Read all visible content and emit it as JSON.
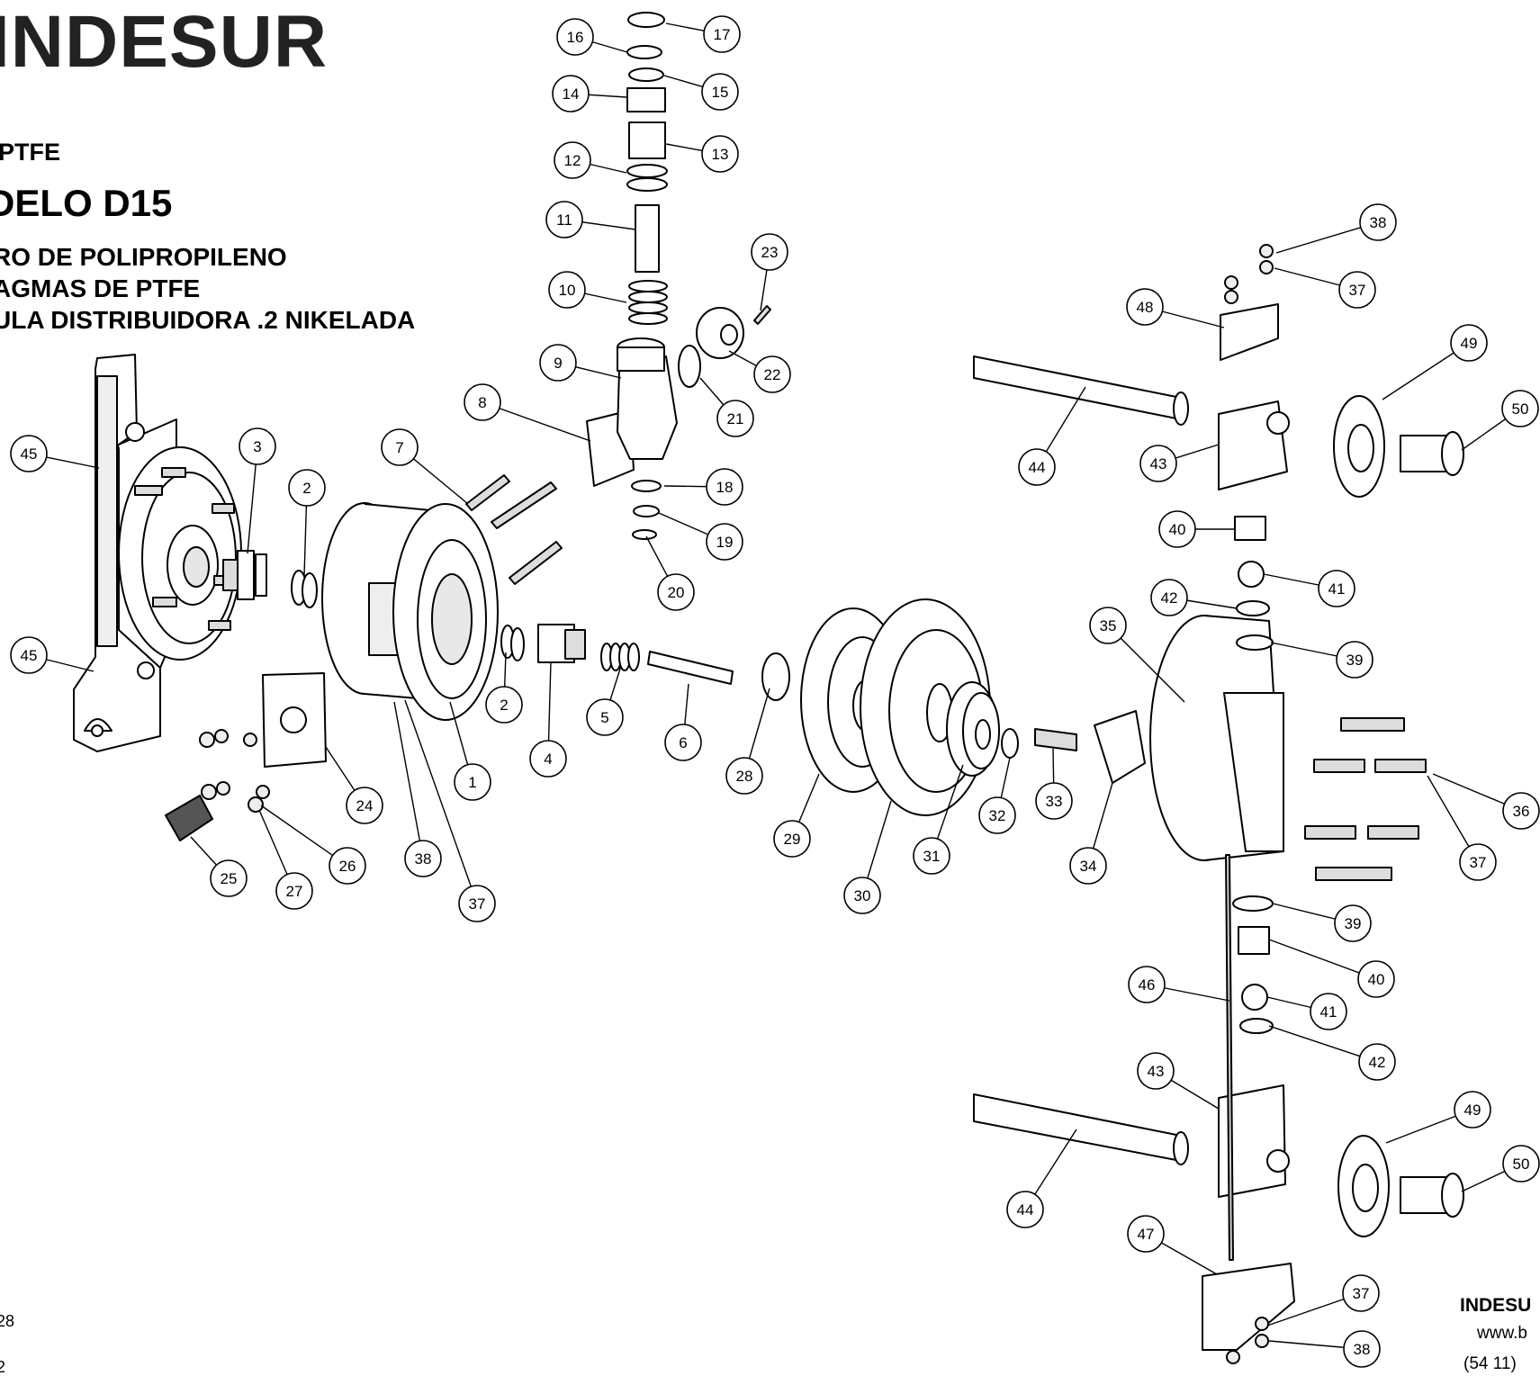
{
  "header": {
    "brand": "INDESUR",
    "line_ptfe": "PTFE",
    "model": "DELO D15",
    "spec_1": "RO DE POLIPROPILENO",
    "spec_2": "AGMAS DE PTFE",
    "spec_3": "ULA DISTRIBUIDORA .2 NIKELADA"
  },
  "footer": {
    "brand": "INDESU",
    "web": "www.b",
    "phone": "(54 11)",
    "code_1": "28",
    "code_2": "2"
  },
  "callouts": [
    "1",
    "2",
    "2",
    "3",
    "4",
    "5",
    "6",
    "7",
    "8",
    "9",
    "10",
    "11",
    "12",
    "13",
    "14",
    "15",
    "16",
    "17",
    "18",
    "19",
    "20",
    "21",
    "22",
    "23",
    "24",
    "25",
    "26",
    "27",
    "28",
    "29",
    "30",
    "31",
    "32",
    "33",
    "34",
    "35",
    "36",
    "37",
    "37",
    "37",
    "37",
    "38",
    "38",
    "38",
    "39",
    "39",
    "40",
    "40",
    "41",
    "41",
    "42",
    "42",
    "43",
    "43",
    "44",
    "44",
    "45",
    "45",
    "46",
    "47",
    "48",
    "49",
    "49",
    "50",
    "50"
  ],
  "colors": {
    "line": "#000000",
    "fill": "#ffffff",
    "shade": "#cfcfcf"
  }
}
